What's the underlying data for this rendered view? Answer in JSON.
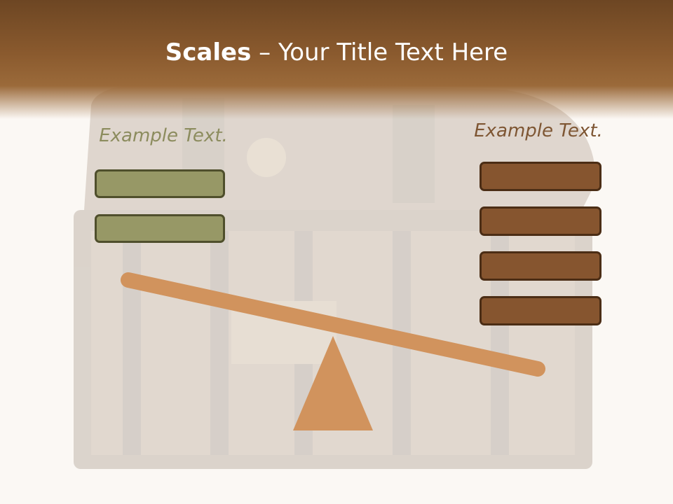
{
  "slide": {
    "title_bold": "Scales",
    "title_rest": " – Your Title Text Here"
  },
  "left_pan": {
    "label": "Example Text.",
    "box_count": 2,
    "fill": "#979866",
    "border": "#4f4f2c",
    "label_color": "#8c8c5e"
  },
  "right_pan": {
    "label": "Example Text.",
    "box_count": 4,
    "fill": "#86552f",
    "border": "#4b2d15",
    "label_color": "#7e5633"
  },
  "scale": {
    "beam_color": "#d1935d",
    "fulcrum_color": "#d1935d"
  },
  "colors": {
    "title_band": "#8a5a2e",
    "background": "#fbf8f5"
  }
}
